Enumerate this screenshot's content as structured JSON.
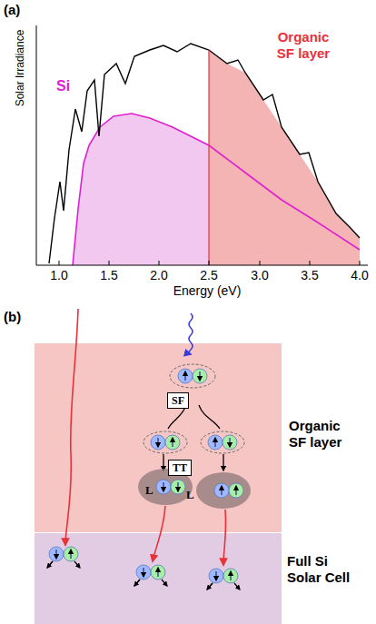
{
  "diagram": {
    "nodes": [
      {
        "text": [
          "Organic SF layer"
        ]
      },
      {
        "text": [
          "SF"
        ],
        "in": 0
      },
      {
        "text": [
          "TT"
        ],
        "in": 0
      },
      {
        "text": [
          "Full Si Solar Cell"
        ]
      }
    ],
    "labels": [
      "(a)",
      "Solar Irradiance",
      "Si",
      "Organic SF layer",
      "1.0",
      "1.5",
      "2.0",
      "2.5",
      "3.0",
      "3.5",
      "4.0",
      "Energy (eV)",
      "(b)",
      "L",
      "L"
    ]
  }
}
